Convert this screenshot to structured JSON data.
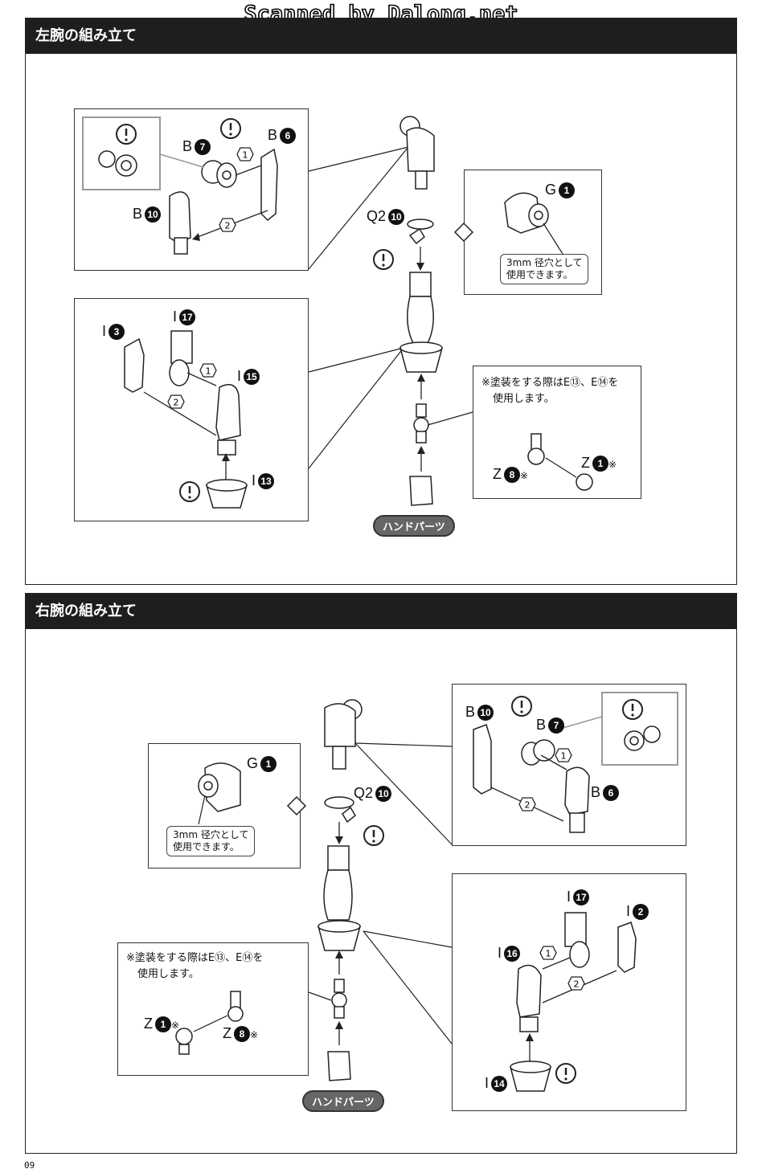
{
  "header": {
    "watermark": "Scanned by Dalong.net"
  },
  "sections": [
    {
      "title": "左腕の組み立て",
      "parts": {
        "b7": "B",
        "b7_num": "7",
        "b6": "B",
        "b6_num": "6",
        "b10": "B",
        "b10_num": "10",
        "q2": "Q2",
        "q2_num": "10",
        "g1": "G",
        "g1_num": "1",
        "i3": "I",
        "i3_num": "3",
        "i17": "I",
        "i17_num": "17",
        "i15": "I",
        "i15_num": "15",
        "i13": "I",
        "i13_num": "13",
        "z8": "Z",
        "z8_num": "8",
        "z1": "Z",
        "z1_num": "1",
        "asterisk": "※"
      },
      "steps": [
        "1",
        "2"
      ],
      "callout": "3mm 径穴として\n使用できます。",
      "note_line1": "※塗装をする際はE⑬、E⑭を",
      "note_line2": "使用します。",
      "hand_label": "ハンドパーツ"
    },
    {
      "title": "右腕の組み立て",
      "parts": {
        "b10": "B",
        "b10_num": "10",
        "b7": "B",
        "b7_num": "7",
        "b6": "B",
        "b6_num": "6",
        "q2": "Q2",
        "q2_num": "10",
        "g1": "G",
        "g1_num": "1",
        "i17": "I",
        "i17_num": "17",
        "i2": "I",
        "i2_num": "2",
        "i16": "I",
        "i16_num": "16",
        "i14": "I",
        "i14_num": "14",
        "z1": "Z",
        "z1_num": "1",
        "z8": "Z",
        "z8_num": "8",
        "asterisk": "※"
      },
      "steps": [
        "1",
        "2"
      ],
      "callout": "3mm 径穴として\n使用できます。",
      "note_line1": "※塗装をする際はE⑬、E⑭を",
      "note_line2": "使用します。",
      "hand_label": "ハンドパーツ"
    }
  ],
  "footer": {
    "page_number": "09"
  },
  "icons": [
    "caution-icon",
    "diamond-marker-icon"
  ]
}
